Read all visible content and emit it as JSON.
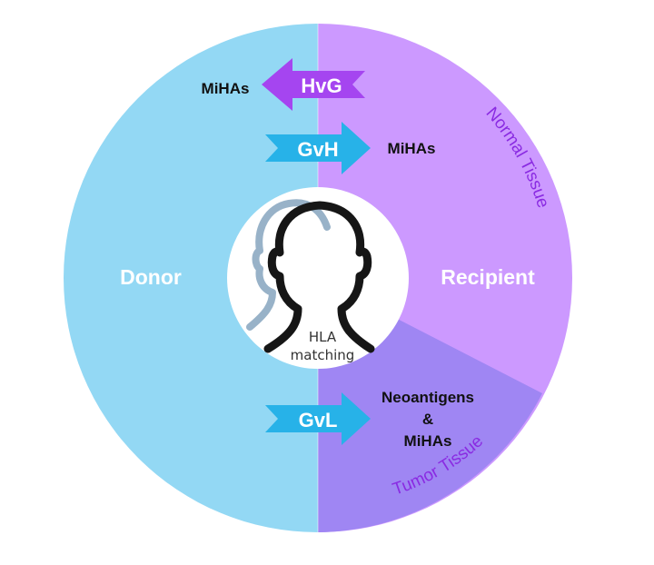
{
  "donor": {
    "label": "Donor",
    "color": "#93d8f4"
  },
  "recipient": {
    "label": "Recipient",
    "color": "#cc99ff"
  },
  "tumor": {
    "color": "#9f86f3",
    "label": "Tumor Tissue"
  },
  "normal_tissue": {
    "label": "Normal Tissue"
  },
  "center": {
    "line1": "HLA",
    "line2": "matching"
  },
  "arrows": {
    "hvg": {
      "label": "HvG",
      "target": "MiHAs",
      "color": "#a545f0"
    },
    "gvh": {
      "label": "GvH",
      "target": "MiHAs",
      "color": "#27b2e8"
    },
    "gvl": {
      "label": "GvL",
      "target_line1": "Neoantigens",
      "target_line2": "&",
      "target_line3": "MiHAs",
      "color": "#27b2e8"
    }
  }
}
